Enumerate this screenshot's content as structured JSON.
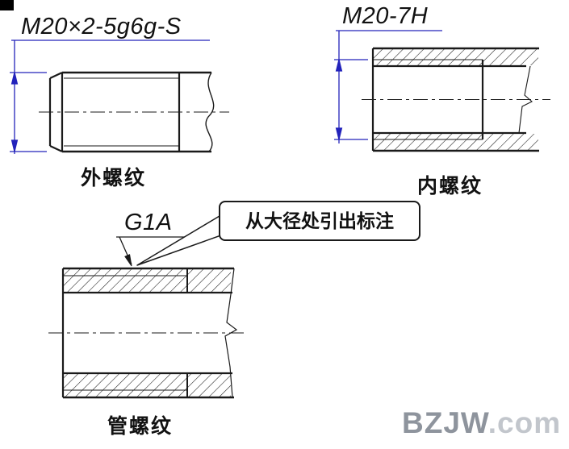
{
  "colors": {
    "line": "#1a1a1a",
    "dimension": "#2323bb",
    "watermark_brand": "#8e949d",
    "watermark_suffix": "#c2c6cc",
    "background": "#ffffff"
  },
  "figures": {
    "external": {
      "label": "M20×2-5g6g-S",
      "caption": "外螺纹"
    },
    "internal": {
      "label": "M20-7H",
      "caption": "内螺纹"
    },
    "pipe": {
      "label": "G1A",
      "caption": "管螺纹"
    }
  },
  "callout": {
    "text": "从大径处引出标注"
  },
  "watermark": {
    "brand": "BZJW",
    "suffix": ".com"
  }
}
